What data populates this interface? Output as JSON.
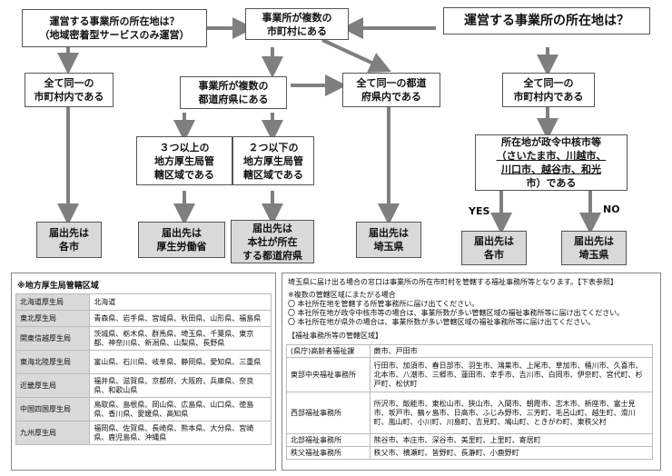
{
  "flow": {
    "q_left": "運営する事業所の所在地は？\n（地域密着型サービスのみ運営）",
    "q_center": "事業所が複数の\n市町村にある",
    "q_right": "運営する事業所の所在地は？",
    "l_same_city": "全て同一の\n市町村内である",
    "c_multi_pref": "事業所が複数の\n都道府県にある",
    "c_same_pref": "全て同一の都道\n府県内である",
    "r_same_city": "全て同一の\n市町村内である",
    "c_3plus": "３つ以上の\n地方厚生局管\n轄区域である",
    "c_2less": "２つ以下の\n地方厚生局管\n轄区域である",
    "r_core_city_lines": [
      "所在地が政令中核市等",
      "（さいたま市、川越市、",
      "川口市、越谷市、和光",
      "市）である"
    ],
    "yes_label": "YES",
    "no_label": "NO",
    "d_city1": "届出先は\n各市",
    "d_mhlw": "届出先は\n厚生労働省",
    "d_hq_pref": "届出先は\n本社が所在\nする都道府県",
    "d_saitama": "届出先は\n埼玉県",
    "d_city2": "届出先は\n各市",
    "d_saitama2": "届出先は\n埼玉県"
  },
  "regional_bureaus": {
    "title": "※地方厚生局管轄区域",
    "rows": [
      {
        "name": "北海道厚生局",
        "areas": "北海道"
      },
      {
        "name": "東北厚生局",
        "areas": "青森県、岩手県、宮城県、秋田県、山形県、福島県"
      },
      {
        "name": "関東信越厚生局",
        "areas": "茨城県、栃木県、群馬県、埼玉県、千葉県、東京都、神奈川県、新潟県、山梨県、長野県"
      },
      {
        "name": "東海北陸厚生局",
        "areas": "富山県、石川県、岐阜県、静岡県、愛知県、三重県"
      },
      {
        "name": "近畿厚生局",
        "areas": "福井県、滋賀県、京都府、大阪府、兵庫県、奈良県、和歌山県"
      },
      {
        "name": "中国四国厚生局",
        "areas": "鳥取県、島根県、岡山県、広島県、山口県、徳島県、香川県、愛媛県、高知県"
      },
      {
        "name": "九州厚生局",
        "areas": "福岡県、佐賀県、長崎県、熊本県、大分県、宮崎県、鹿児島県、沖縄県"
      }
    ]
  },
  "saitama_offices": {
    "intro": "埼玉県に届け出る場合の窓口は事業所の所在市町村を管轄する福祉事務所等となります。【下表参照】",
    "notes_title": "※複数の管轄区域にまたがる場合",
    "notes": [
      "〇 本社所在地を管轄する所管事務所に届け出てください。",
      "〇 本社所在地が政令中核市等の場合は、事業所数が多い管轄区域の福祉事務所等に届け出てください。",
      "〇 本社所在地が県外の場合は、事業所数が多い管轄区域の福祉事務所等に届け出てください。"
    ],
    "table_title": "【福祉事務所等の管轄区域】",
    "rows": [
      {
        "office": "(県庁)高齢者福祉課",
        "areas": "蕨市、戸田市"
      },
      {
        "office": "東部中央福祉事務所",
        "areas": "行田市、加須市、春日部市、羽生市、鴻巣市、上尾市、草加市、桶川市、久喜市、北本市、八潮市、三郷市、蓮田市、幸手市、吉川市、白岡市、伊奈町、宮代町、杉戸町、松伏町"
      },
      {
        "office": "西部福祉事務所",
        "areas": "所沢市、飯能市、東松山市、狭山市、入間市、朝霞市、志木市、新座市、富士見市、坂戸市、鶴ヶ島市、日高市、ふじみ野市、三芳町、毛呂山町、越生町、滑川町、嵐山町、小川町、川島町、吉見町、鳩山町、ときがわ町、東秩父村"
      },
      {
        "office": "北部福祉事務所",
        "areas": "熊谷市、本庄市、深谷市、美里町、上里町、寄居町"
      },
      {
        "office": "秩父福祉事務所",
        "areas": "秩父市、横瀬町、皆野町、長瀞町、小鹿野町"
      }
    ]
  }
}
